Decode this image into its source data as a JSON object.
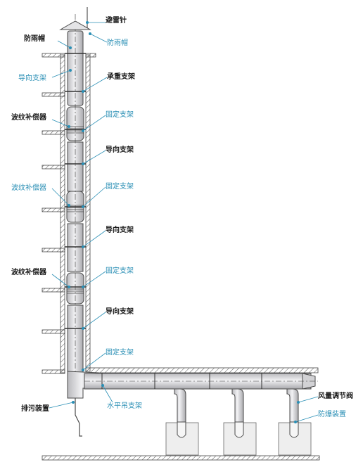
{
  "colors": {
    "label_dark": "#1a1a1a",
    "label_blue": "#2a8fb5",
    "pipe_fill": "#d9d9dc",
    "pipe_stroke": "#4a4a4a",
    "hatch": "#555555",
    "tank_fill": "#eeeeee",
    "leader": "#2a8fb5"
  },
  "labels": {
    "lightning_rod": "避雷针",
    "rain_cap_left": "防雨帽",
    "rain_cap_right": "防雨帽",
    "guide_bracket_1": "导向支架",
    "load_bracket": "承重支架",
    "bellows_1": "波纹补偿器",
    "fixed_bracket_1": "固定支架",
    "guide_bracket_2": "导向支架",
    "bellows_2": "波纹补偿器",
    "fixed_bracket_2": "固定支架",
    "guide_bracket_3": "导向支架",
    "bellows_3": "波纹补偿器",
    "fixed_bracket_3": "固定支架",
    "guide_bracket_4": "导向支架",
    "fixed_bracket_4": "固定支架",
    "drain_device": "排污装置",
    "horizontal_hanger": "水平吊支架",
    "damper": "风量调节阀",
    "explosion_proof": "防爆装置"
  }
}
